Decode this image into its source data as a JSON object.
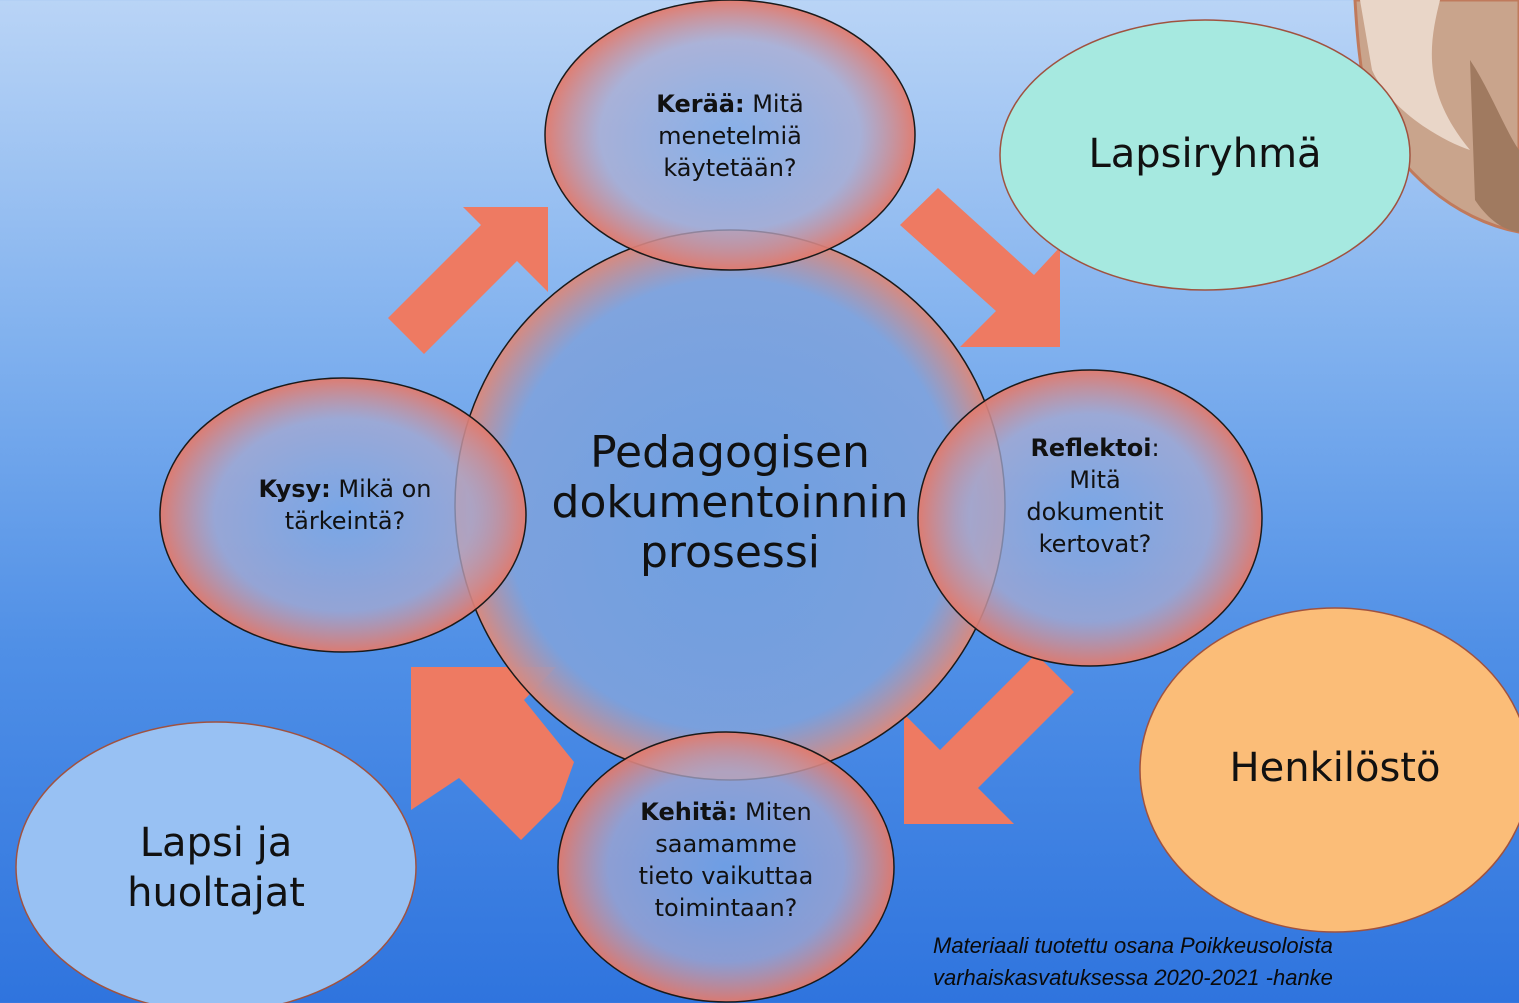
{
  "center": {
    "line1": "Pedagogisen",
    "line2": "dokumentoinnin",
    "line3": "prosessi"
  },
  "steps": {
    "keraa": {
      "bold": "Kerää:",
      "text1": "Mitä",
      "text2": "menetelmiä",
      "text3": "käytetään?"
    },
    "reflektoi": {
      "bold": "Reflektoi",
      "colon": ":",
      "text1": "Mitä",
      "text2": "dokumentit",
      "text3": "kertovat?"
    },
    "kehita": {
      "bold": "Kehitä:",
      "text1": "Miten",
      "text2": "saamamme",
      "text3": "tieto vaikuttaa",
      "text4": "toimintaan?"
    },
    "kysy": {
      "bold": "Kysy:",
      "text1": "Mikä on",
      "text2": "tärkeintä?"
    }
  },
  "groups": {
    "lapsiryhma": "Lapsiryhmä",
    "henkilosto": "Henkilöstö",
    "lapsi_line1": "Lapsi ja",
    "lapsi_line2": "huoltajat"
  },
  "footer": {
    "line1": "Materiaali tuotettu osana Poikkeusoloista",
    "line2": "varhaiskasvatuksessa 2020-2021 -hanke"
  },
  "colors": {
    "arrow": "#ee7a62",
    "lapsiryhma": "#a6e9e0",
    "henkilosto": "#fbbd78",
    "lapsi": "#98c1f3"
  }
}
